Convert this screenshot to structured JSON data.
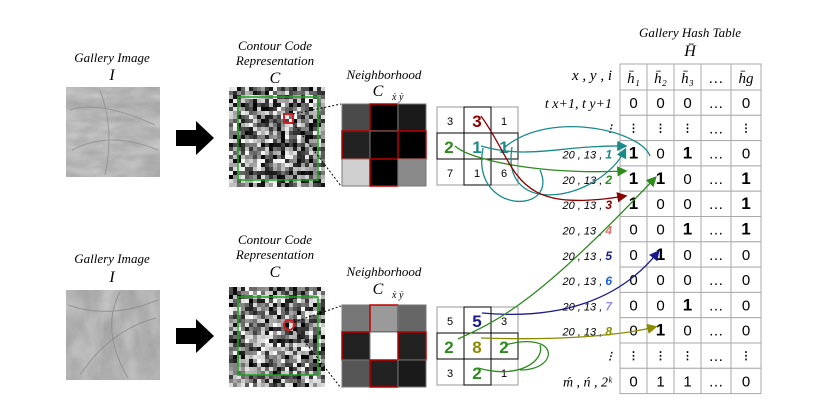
{
  "top": {
    "gallery_title": "Gallery Image",
    "gallery_symbol": "I",
    "contour_title_line1": "Contour Code",
    "contour_title_line2": "Representation",
    "contour_symbol": "C",
    "neighborhood_title": "Neighborhood",
    "neighborhood_symbol": "C",
    "neighborhood_subscript": "ẋ ẏ",
    "grid": [
      [
        "3",
        "3",
        "1"
      ],
      [
        "2",
        "1",
        "1"
      ],
      [
        "7",
        "1",
        "6"
      ]
    ]
  },
  "bottom": {
    "gallery_title": "Gallery Image",
    "gallery_symbol": "I",
    "contour_title_line1": "Contour Code",
    "contour_title_line2": "Representation",
    "contour_symbol": "C",
    "neighborhood_title": "Neighborhood",
    "neighborhood_symbol": "C",
    "neighborhood_subscript": "ẋ ẏ",
    "grid": [
      [
        "5",
        "5",
        "3"
      ],
      [
        "2",
        "8",
        "2"
      ],
      [
        "3",
        "2",
        "1"
      ]
    ]
  },
  "hash_table": {
    "title": "Gallery Hash Table",
    "symbol": "H̄",
    "col_headers": [
      "h̄₁",
      "h̄₂",
      "h̄₃",
      "…",
      "h̄g"
    ],
    "row_label_header": "x , y , i",
    "rows": [
      {
        "label": "t x+1, t y+1",
        "values": [
          "0",
          "0",
          "0",
          "…",
          "0"
        ]
      },
      {
        "label": "⁝",
        "values": [
          "⁝",
          "⁝",
          "⁝",
          "…",
          "⁝"
        ]
      },
      {
        "label": "20 , 13 , 1",
        "values": [
          "1",
          "0",
          "1",
          "…",
          "0"
        ]
      },
      {
        "label": "20 , 13 , 2",
        "values": [
          "1",
          "1",
          "0",
          "…",
          "1"
        ]
      },
      {
        "label": "20 , 13 , 3",
        "values": [
          "1",
          "0",
          "0",
          "…",
          "1"
        ]
      },
      {
        "label": "20 , 13 , 4",
        "values": [
          "0",
          "0",
          "1",
          "…",
          "1"
        ]
      },
      {
        "label": "20 , 13 , 5",
        "values": [
          "0",
          "1",
          "0",
          "…",
          "0"
        ]
      },
      {
        "label": "20 , 13 , 6",
        "values": [
          "0",
          "0",
          "0",
          "…",
          "0"
        ]
      },
      {
        "label": "20 , 13 , 7",
        "values": [
          "0",
          "0",
          "1",
          "…",
          "0"
        ]
      },
      {
        "label": "20 , 13 , 8",
        "values": [
          "0",
          "1",
          "0",
          "…",
          "0"
        ]
      },
      {
        "label": "⁝",
        "values": [
          "⁝",
          "⁝",
          "⁝",
          "…",
          "⁝"
        ]
      },
      {
        "label": "ḿ , ń , 2ᵏ",
        "values": [
          "0",
          "1",
          "1",
          "…",
          "0"
        ]
      }
    ]
  },
  "colors": {
    "teal": "#1a8a8a",
    "green": "#2e8b1e",
    "darkred": "#8b0000",
    "salmon": "#e07070",
    "navy": "#1a1a8a",
    "blue": "#1f5fcf",
    "lavender": "#9a8ae0",
    "olive": "#8b8b00"
  }
}
